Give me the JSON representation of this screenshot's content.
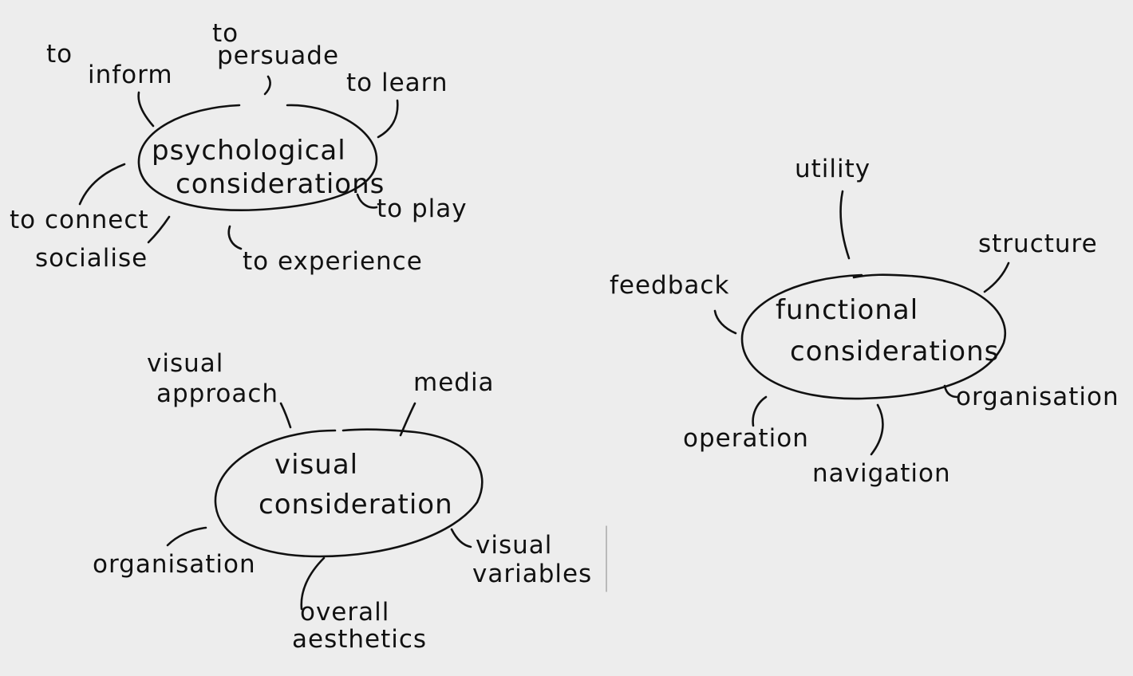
{
  "maps": {
    "psychological": {
      "hub": [
        "psychological",
        "considerations"
      ],
      "branches": {
        "to": "to",
        "inform": "inform",
        "to_persuade_line1": "to",
        "to_persuade_line2": "persuade",
        "to_learn": "to learn",
        "to_play": "to play",
        "to_experience": "to experience",
        "to_connect": "to connect",
        "socialise": "socialise"
      }
    },
    "functional": {
      "hub": [
        "functional",
        "considerations"
      ],
      "branches": {
        "utility": "utility",
        "structure": "structure",
        "feedback": "feedback",
        "organisation": "organisation",
        "operation": "operation",
        "navigation": "navigation"
      }
    },
    "visual": {
      "hub": [
        "visual",
        "consideration"
      ],
      "branches": {
        "visual_approach_line1": "visual",
        "visual_approach_line2": "approach",
        "media": "media",
        "organisation": "organisation",
        "overall_aesthetics_line1": "overall",
        "overall_aesthetics_line2": "aesthetics",
        "visual_variables_line1": "visual",
        "visual_variables_line2": "variables"
      }
    }
  }
}
